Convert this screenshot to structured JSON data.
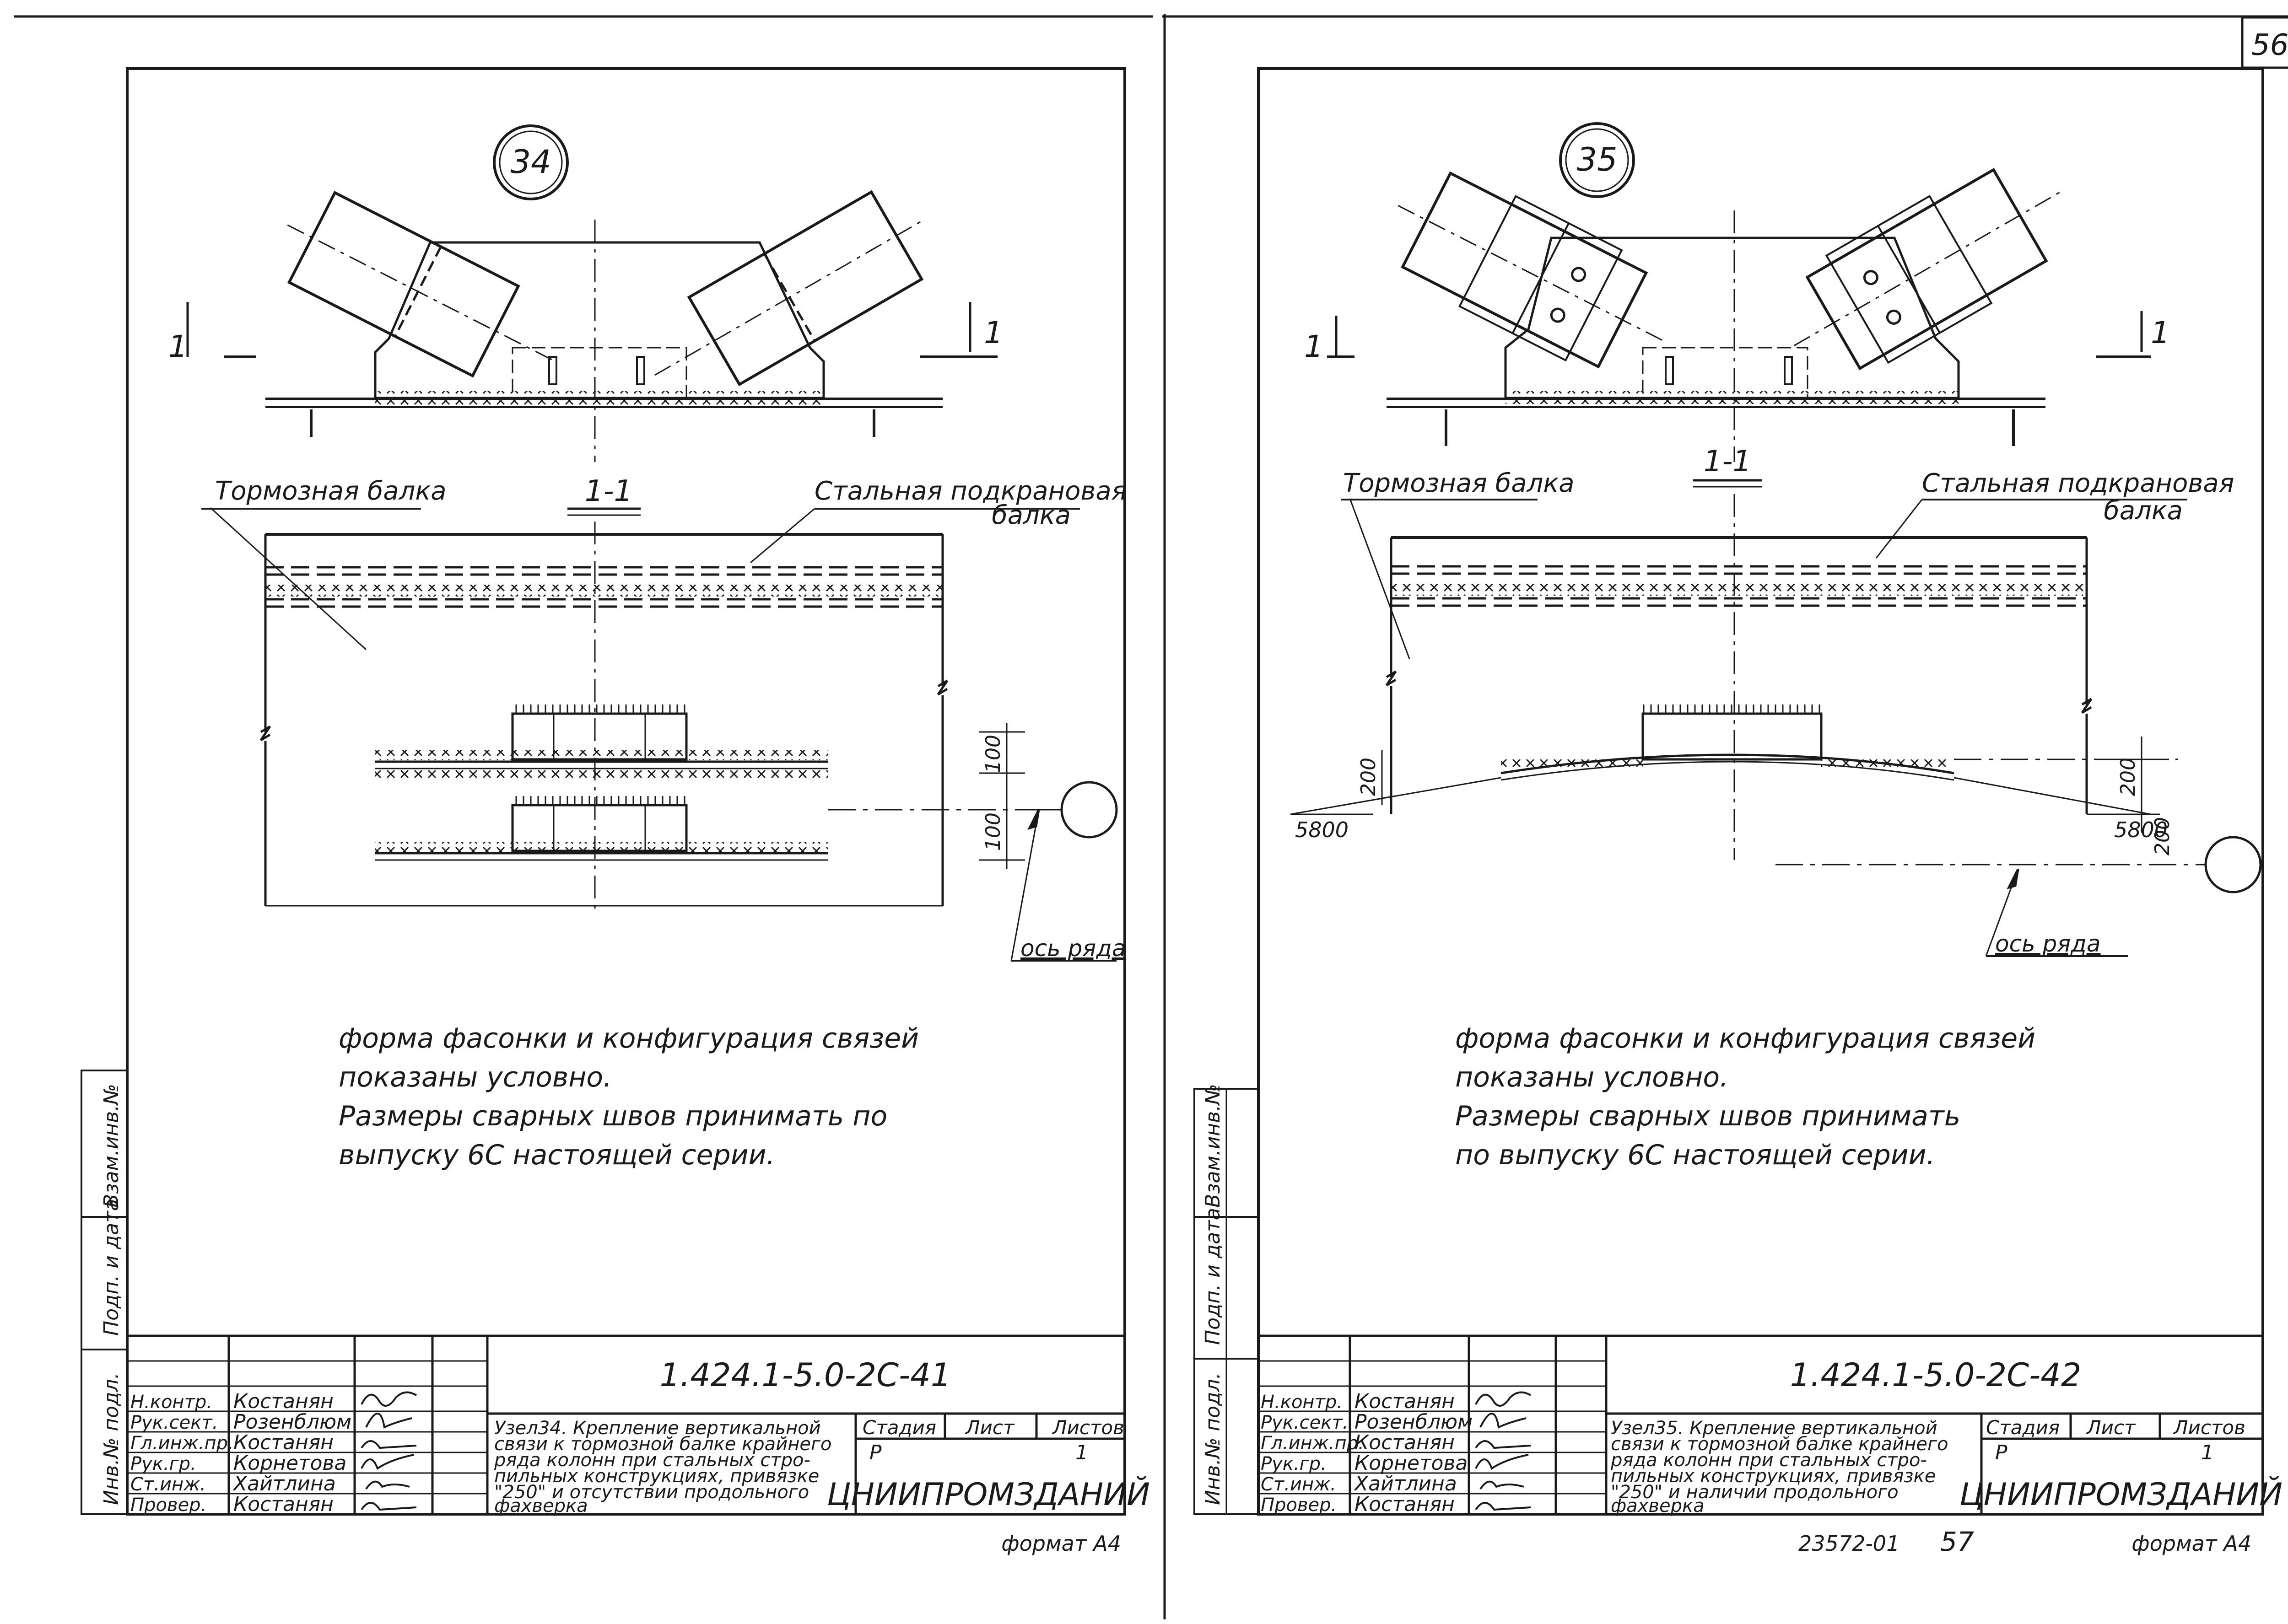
{
  "page_number": "56",
  "left": {
    "node_number": "34",
    "section_mark": "1",
    "section_title": "1-1",
    "brake_beam": "Тормозная балка",
    "crane_beam_line1": "Стальная подкрановая",
    "crane_beam_line2": "балка",
    "dim_100_a": "100",
    "dim_100_b": "100",
    "axis_label": "ось ряда",
    "note": [
      "форма фасонки и конфигурация связей",
      "показаны условно.",
      "Размеры сварных швов принимать по",
      "выпуску 6С настоящей серии."
    ],
    "doc_code": "1.424.1-5.0-2С-41",
    "roles": [
      "Н.контр.",
      "Рук.сект.",
      "Гл.инж.пр.",
      "Рук.гр.",
      "Ст.инж.",
      "Провер."
    ],
    "names": [
      "Костанян",
      "Розенблюм",
      "Костанян",
      "Корнетова",
      "Хайтлина",
      "Костанян"
    ],
    "title_text": [
      "Узел34. Крепление вертикальной",
      "связи к тормозной балке крайнего",
      "ряда колонн при стальных стро-",
      "пильных конструкциях, привязке",
      "\"250\" и отсутствии продольного",
      "фахверка"
    ],
    "stage_label": "Стадия",
    "sheet_label": "Лист",
    "sheets_label": "Листов",
    "stage": "Р",
    "sheet": "1",
    "org": "ЦНИИПРОМЗДАНИЙ",
    "format": "формат А4"
  },
  "right": {
    "node_number": "35",
    "section_mark": "1",
    "section_title": "1-1",
    "brake_beam": "Тормозная балка",
    "crane_beam_line1": "Стальная подкрановая",
    "crane_beam_line2": "балка",
    "dim_5800_left": "5800",
    "dim_5800_right": "5800",
    "dim_200_a": "200",
    "dim_200_b": "200",
    "dim_200_c": "200",
    "axis_label": "ось ряда",
    "note": [
      "форма фасонки и конфигурация связей",
      "показаны условно.",
      "Размеры сварных швов принимать",
      "по выпуску 6С настоящей серии."
    ],
    "doc_code": "1.424.1-5.0-2С-42",
    "roles": [
      "Н.контр.",
      "Рук.сект.",
      "Гл.инж.пр.",
      "Рук.гр.",
      "Ст.инж.",
      "Провер."
    ],
    "names": [
      "Костанян",
      "Розенблюм",
      "Костанян",
      "Корнетова",
      "Хайтлина",
      "Костанян"
    ],
    "title_text": [
      "Узел35. Крепление вертикальной",
      "связи к тормозной балке крайнего",
      "ряда колонн при стальных стро-",
      "пильных конструкциях, привязке",
      "\"250\" и наличии продольного",
      "фахверка"
    ],
    "stage_label": "Стадия",
    "sheet_label": "Лист",
    "sheets_label": "Листов",
    "stage": "Р",
    "sheet": "1",
    "org": "ЦНИИПРОМЗДАНИЙ",
    "archive_no": "23572-01",
    "page_bottom": "57",
    "format": "формат А4"
  },
  "side_stamp": [
    "Взам.инв.№",
    "Подп. и дата",
    "Инв.№ подл."
  ]
}
